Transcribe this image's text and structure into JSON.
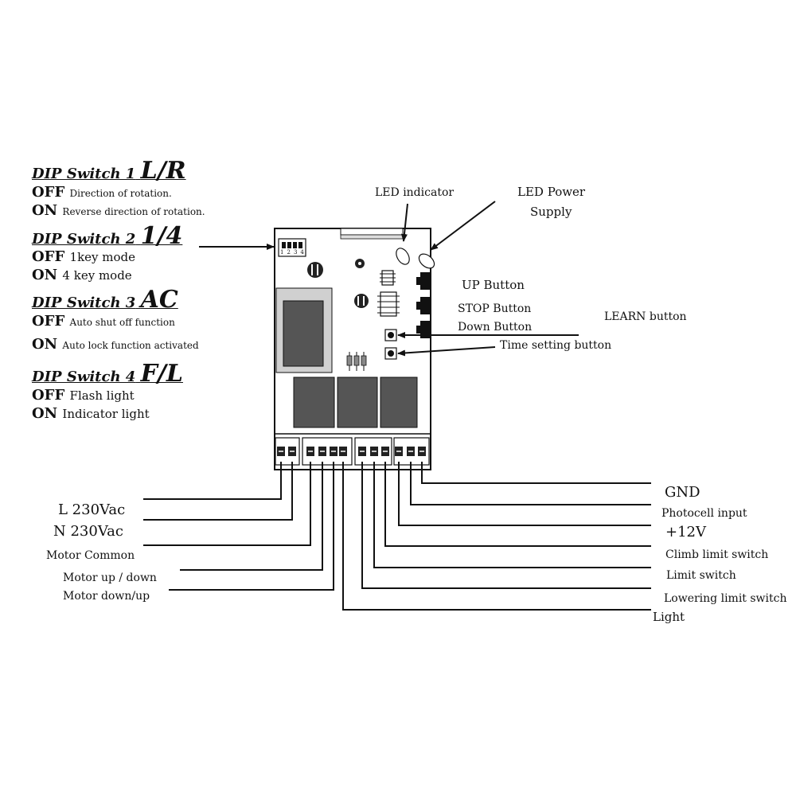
{
  "dip_switches": [
    {
      "title": "DIP Switch 1",
      "code": "L/R",
      "off_label": "OFF",
      "off_desc": "Direction of rotation.",
      "on_label": "ON",
      "on_desc": "Reverse direction of rotation."
    },
    {
      "title": "DIP Switch 2",
      "code": "1/4",
      "off_label": "OFF",
      "off_desc": "1key mode",
      "on_label": "ON",
      "on_desc": "4 key mode"
    },
    {
      "title": "DIP Switch 3",
      "code": "AC",
      "off_label": "OFF",
      "off_desc": "Auto shut off function",
      "on_label": "ON",
      "on_desc": "Auto lock function activated"
    },
    {
      "title": "DIP Switch 4",
      "code": "F/L",
      "off_label": "OFF",
      "off_desc": "Flash light",
      "on_label": "ON",
      "on_desc": "Indicator light"
    }
  ],
  "board_labels": {
    "led_indicator": "LED indicator",
    "led_power_line1": "LED Power",
    "led_power_line2": "Supply",
    "up_button": "UP Button",
    "stop_button": "STOP Button",
    "down_button": "Down Button",
    "learn_button": "LEARN button",
    "time_setting_button": "Time setting button"
  },
  "left_terminals": {
    "l_230": "L 230Vac",
    "n_230": "N 230Vac",
    "motor_common": "Motor Common",
    "motor_up_down": "Motor up / down",
    "motor_down_up": "Motor down/up"
  },
  "right_terminals": {
    "gnd": "GND",
    "photocell": "Photocell input",
    "plus12v": "+12V",
    "climb_limit": "Climb limit switch",
    "limit": "Limit switch",
    "lowering_limit": "Lowering limit switch",
    "light": "Light"
  },
  "dip_pin_labels": [
    "1",
    "2",
    "3",
    "4"
  ]
}
